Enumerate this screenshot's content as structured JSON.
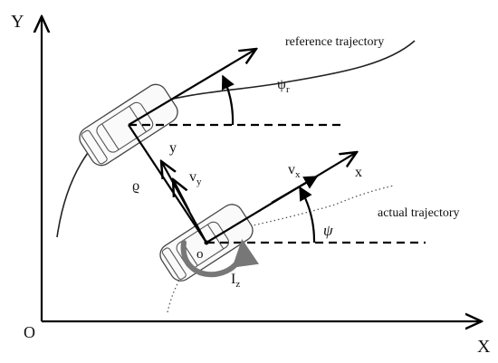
{
  "labels": {
    "y_axis": "Y",
    "x_axis": "X",
    "origin": "O",
    "reference_trajectory": "reference trajectory",
    "actual_trajectory": "actual trajectory",
    "psi_r": "ψ",
    "psi_r_sub": "r",
    "psi": "ψ",
    "vehicle_x": "x",
    "vehicle_y": "y",
    "vx": "v",
    "vx_sub": "x",
    "vy": "v",
    "vy_sub": "y",
    "rho": "ϱ",
    "vehicle_origin": "o",
    "iz": "I",
    "iz_sub": "z"
  }
}
